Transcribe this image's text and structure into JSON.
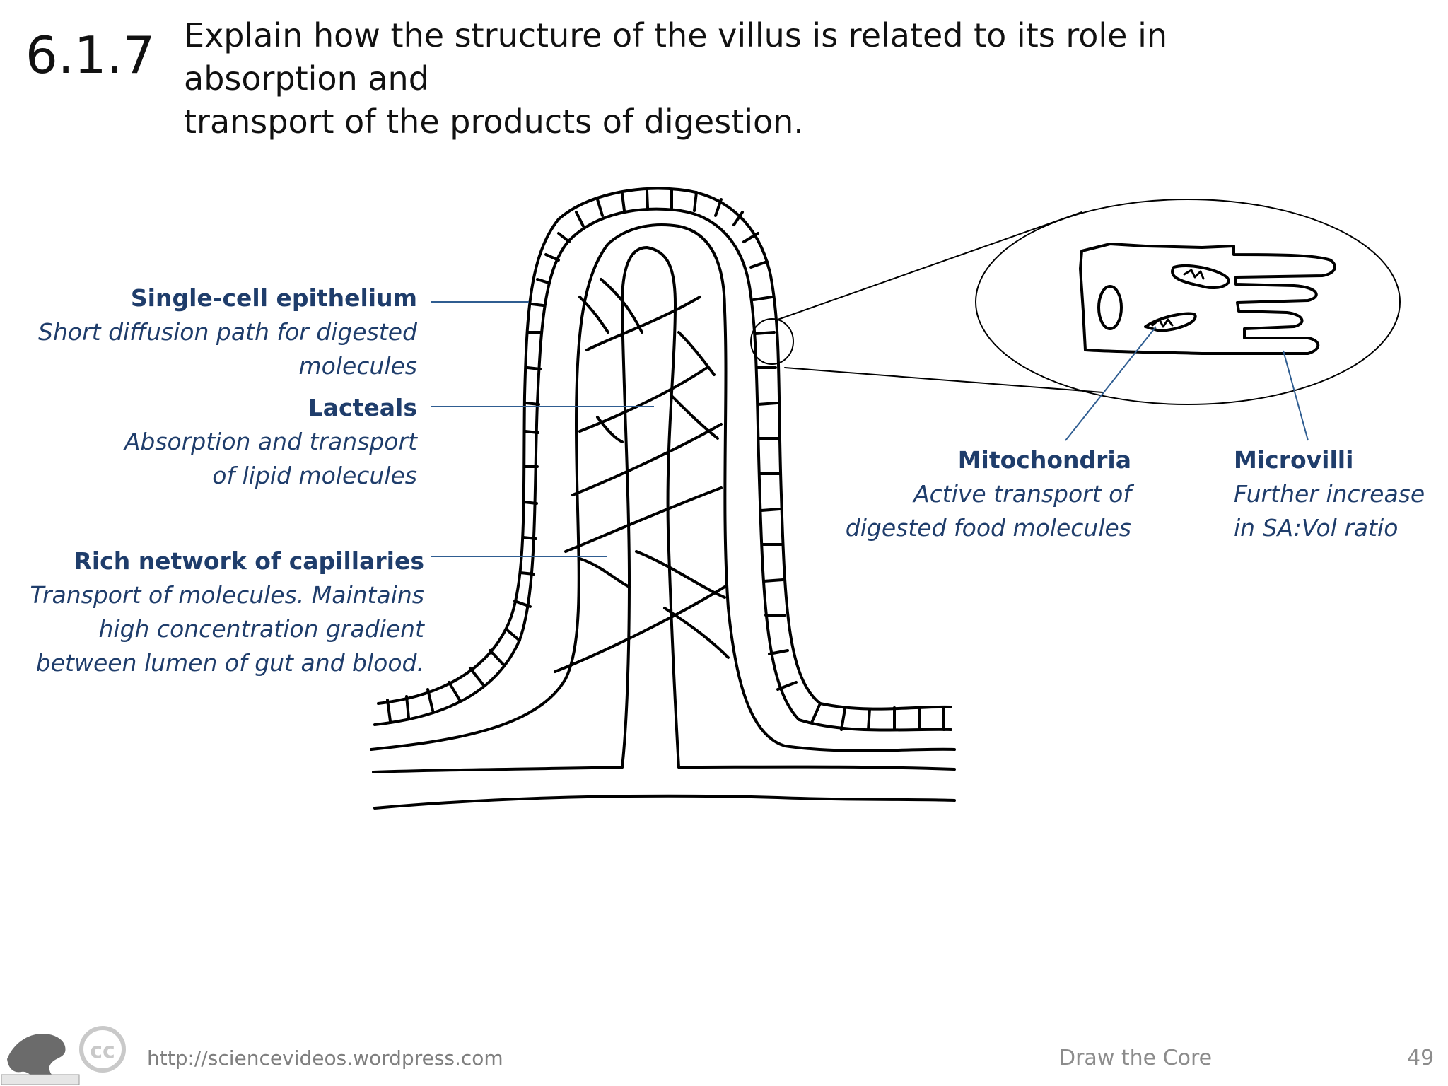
{
  "slide": {
    "code": "6.1.7",
    "question_lines": [
      "Explain how the structure of the villus is related to its role in absorption and",
      "transport of the products of digestion."
    ]
  },
  "labels": {
    "epithelium": {
      "heading": "Single-cell epithelium",
      "lines": [
        "Short diffusion path for digested",
        "molecules"
      ]
    },
    "lacteals": {
      "heading": "Lacteals",
      "lines": [
        "Absorption and transport",
        "of lipid molecules"
      ]
    },
    "capillaries": {
      "heading": "Rich network of capillaries",
      "lines": [
        "Transport of molecules. Maintains",
        "high concentration gradient",
        "between lumen of gut and blood."
      ]
    },
    "mitochondria": {
      "heading": "Mitochondria",
      "lines": [
        "Active transport of",
        "digested food molecules"
      ]
    },
    "microvilli": {
      "heading": "Microvilli",
      "lines": [
        "Further increase",
        "in SA:Vol ratio"
      ]
    }
  },
  "footer": {
    "url": "http://sciencevideos.wordpress.com",
    "title": "Draw the Core",
    "page": "49",
    "logo_icon": "cc-icon"
  },
  "colors": {
    "label_text": "#1f3d6b",
    "leader_line": "#2f5d91",
    "drawing": "#000000"
  }
}
